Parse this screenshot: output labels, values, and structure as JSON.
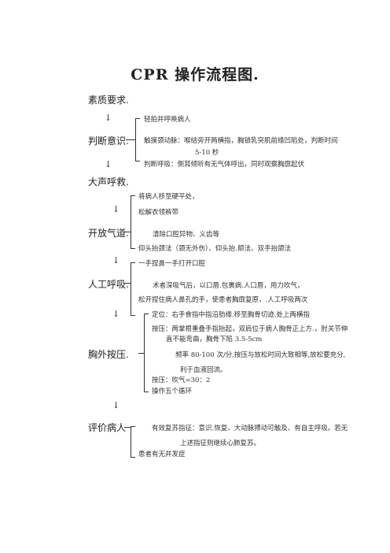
{
  "title": "CPR 操作流程图.",
  "arrow": "↓",
  "steps": {
    "quality": {
      "label": "素质要求."
    },
    "judge": {
      "label": "判断意识.",
      "items": [
        "轻拍并呼唤病人",
        "触摸颈动脉：喉结旁开两横指，胸锁乳突肌前缘凹陷处，判断时间",
        "5-10 秒",
        "判断呼吸：侧耳倾听有无气体呼出，同时观察胸廓起伏"
      ]
    },
    "shout": {
      "label": "大声呼救."
    },
    "airway": {
      "label": "开放气道.",
      "items": [
        "将病人移至硬平处，",
        "松解衣领裤带",
        "清除口腔异物、义齿等",
        "仰头抬颈法（颈无外伤）、仰头抬.颏法、双手抬颌法"
      ]
    },
    "breath": {
      "label": "人工呼吸.",
      "items": [
        "一手捏鼻一手打开口腔",
        "术者深吸气后，以口唇.包裹病.人口唇，用力吹气，",
        "松开捏住病人鼻孔的手，使患者胸廓复原，.人工呼吸两次"
      ]
    },
    "compress": {
      "label": "胸外按压.",
      "items": [
        "定位：右手食指中指沿肋缘.移至胸骨切迹.处上两横指",
        "按压：两掌根重叠手指抬起，双肩位于病人胸骨正上方.，肘关节伸",
        "直不能弯曲，胸骨下陷 3.5-5cm",
        "频率 80-100 次/分,按压与放松时间大致相等,放松要充分,",
        "利于血液回流。",
        "按压：吹气=30：2",
        "操作五个循环"
      ]
    },
    "evaluate": {
      "label": "评价病人",
      "items": [
        "有效复苏指征：意识.恢复、大动脉搏动可触及、有自主呼吸。若无",
        "上述指征则继续心肺复苏。",
        "患者有无并发症"
      ]
    }
  }
}
